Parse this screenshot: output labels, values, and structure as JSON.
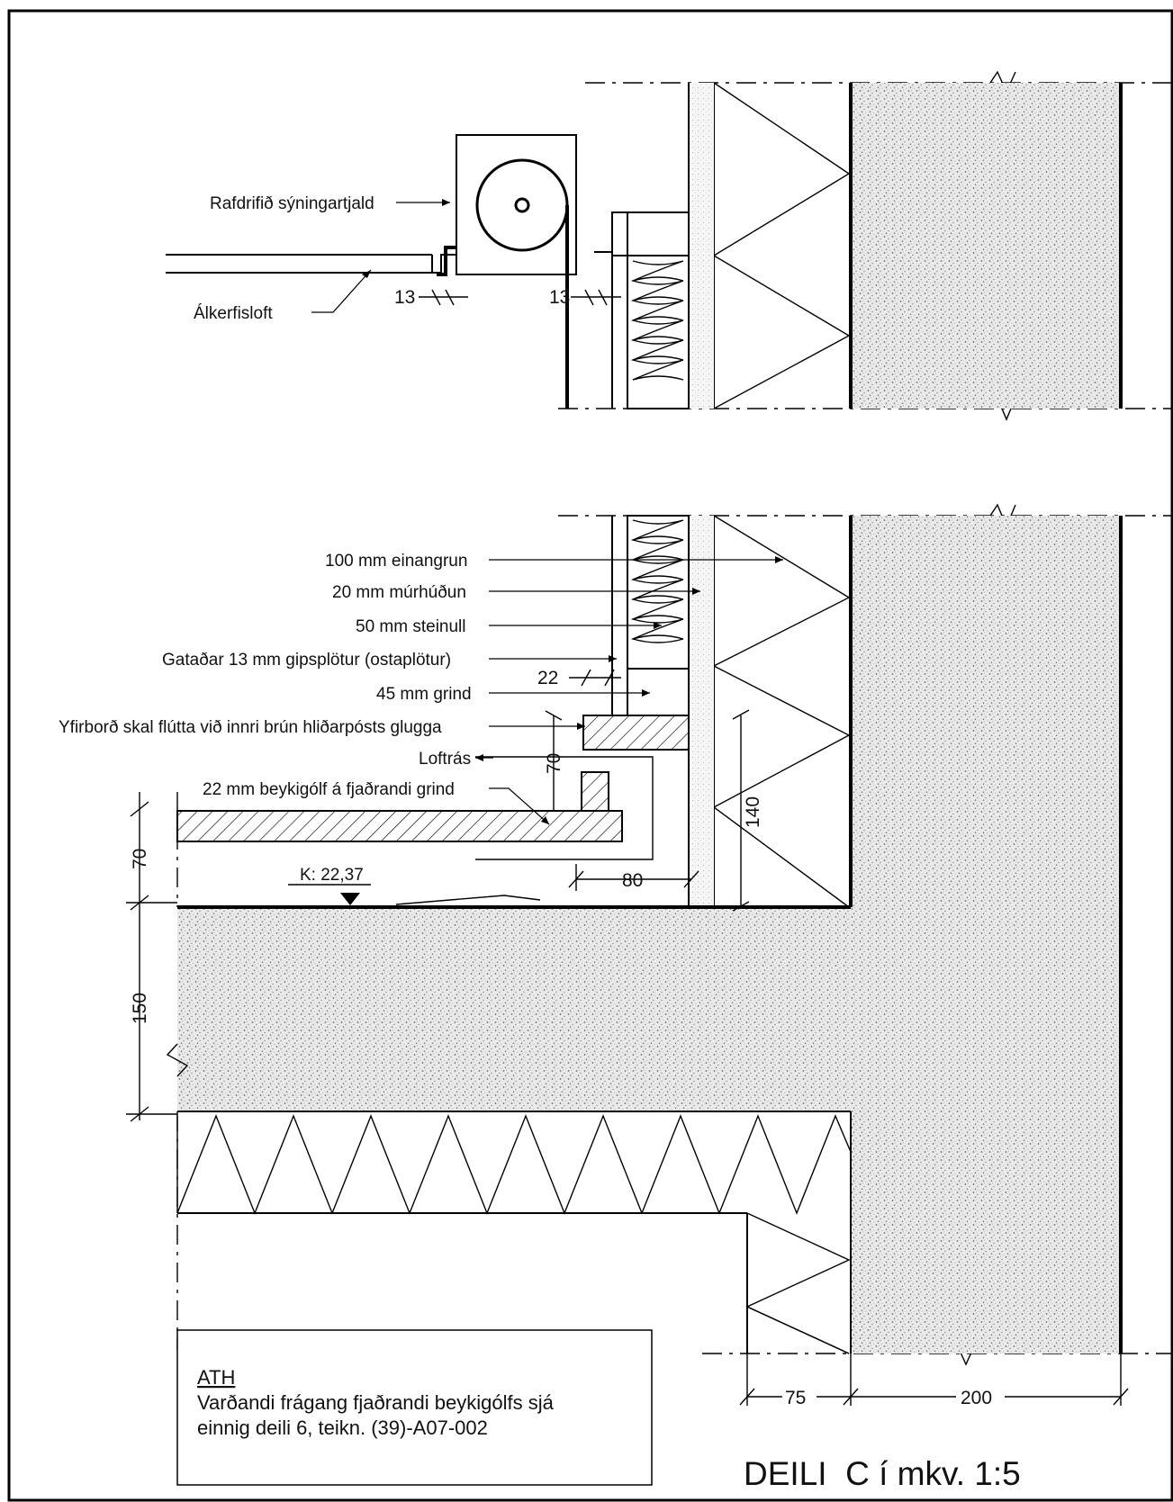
{
  "labels": {
    "screen": "Rafdrifið sýningartjald",
    "ceiling": "Álkerfisloft",
    "insulation_100": "100 mm einangrun",
    "plaster_20": "20 mm múrhúðun",
    "rockwool_50": "50 mm steinull",
    "gypsum": "Gataðar 13 mm gipsplötur (ostaplötur)",
    "frame_45": "45 mm grind",
    "surface_note": "Yfirborð skal flútta við innri brún hliðarpósts glugga",
    "air_duct": "Loftrás",
    "beech_floor": "22 mm beykigólf á fjaðrandi grind"
  },
  "dimensions": {
    "d13a": "13",
    "d13b": "13",
    "d22": "22",
    "d70v": "70",
    "d140": "140",
    "d80": "80",
    "d70": "70",
    "d150": "150",
    "d75": "75",
    "d200": "200"
  },
  "level": "K: 22,37",
  "note": {
    "title": "ATH",
    "line1": "Varðandi frágang fjaðrandi beykigólfs sjá",
    "line2": "einnig deili 6, teikn. (39)-A07-002"
  },
  "drawing_title": "DEILI  C í mkv. 1:5"
}
